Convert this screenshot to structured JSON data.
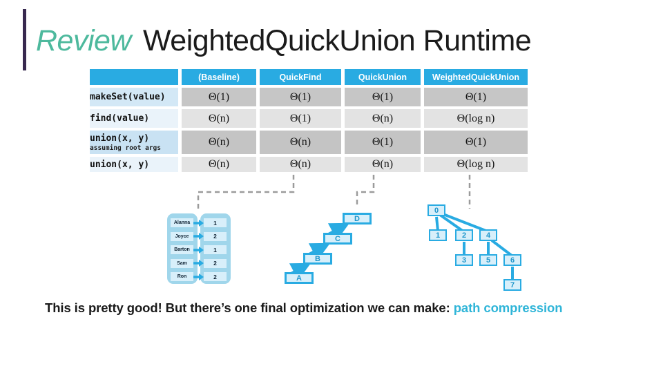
{
  "slide": {
    "title_review": "Review",
    "title_main": "WeightedQuickUnion Runtime",
    "footer": {
      "text": "This is pretty good! But there’s one final optimization we can make: ",
      "highlight": "path compression"
    }
  },
  "table": {
    "columns": [
      "",
      "(Baseline)",
      "QuickFind",
      "QuickUnion",
      "WeightedQuickUnion"
    ],
    "rows": [
      {
        "label": "makeSet(value)",
        "sublabel": "",
        "values": [
          "Θ(1)",
          "Θ(1)",
          "Θ(1)",
          "Θ(1)"
        ]
      },
      {
        "label": "find(value)",
        "sublabel": "",
        "values": [
          "Θ(n)",
          "Θ(1)",
          "Θ(n)",
          "Θ(log n)"
        ]
      },
      {
        "label": "union(x, y)",
        "sublabel": "assuming root args",
        "values": [
          "Θ(n)",
          "Θ(n)",
          "Θ(1)",
          "Θ(1)"
        ]
      },
      {
        "label": "union(x, y)",
        "sublabel": "",
        "values": [
          "Θ(n)",
          "Θ(n)",
          "Θ(n)",
          "Θ(log n)"
        ]
      }
    ]
  },
  "quickfind_map": {
    "entries": [
      {
        "name": "Alanna",
        "set": "1"
      },
      {
        "name": "Joyce",
        "set": "2"
      },
      {
        "name": "Barton",
        "set": "1"
      },
      {
        "name": "Sam",
        "set": "2"
      },
      {
        "name": "Ron",
        "set": "2"
      }
    ]
  },
  "quickunion_chain": {
    "nodes": [
      "D",
      "C",
      "B",
      "A"
    ]
  },
  "weighted_tree": {
    "nodes": [
      "0",
      "1",
      "2",
      "4",
      "3",
      "5",
      "6",
      "7"
    ]
  },
  "colors": {
    "header_blue": "#29ABE2",
    "review_teal": "#4DB99D",
    "highlight_cyan": "#2FB5D8",
    "accent_purple": "#38294F"
  }
}
